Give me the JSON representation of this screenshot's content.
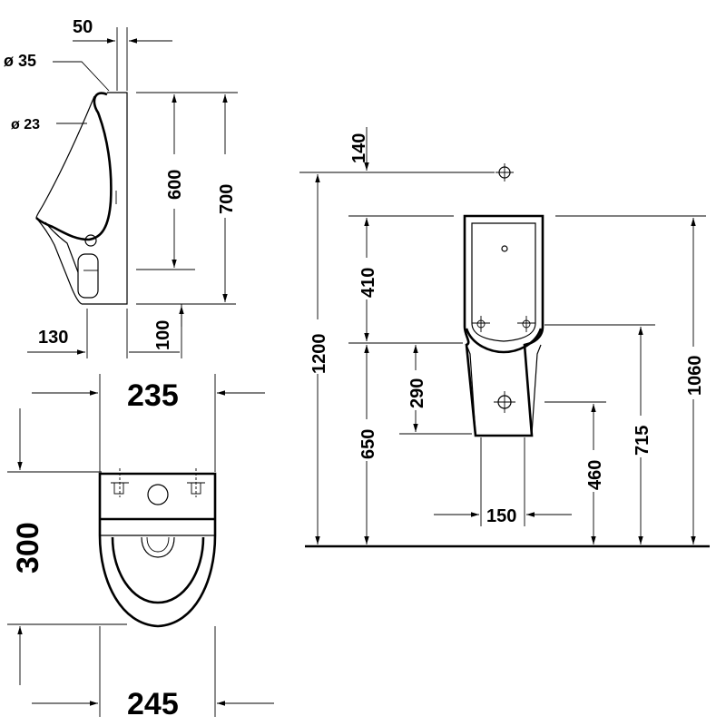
{
  "side_view": {
    "dim_50": "50",
    "dia_35": "ø 35",
    "dia_23": "ø 23",
    "dim_600": "600",
    "dim_700": "700",
    "dim_130": "130",
    "dim_100": "100"
  },
  "top_view": {
    "dim_235": "235",
    "dim_300": "300",
    "dim_245": "245"
  },
  "front_view": {
    "dim_140": "140",
    "dim_1200": "1200",
    "dim_410": "410",
    "dim_290": "290",
    "dim_650": "650",
    "dim_460": "460",
    "dim_715": "715",
    "dim_1060": "1060",
    "dim_150": "150"
  }
}
